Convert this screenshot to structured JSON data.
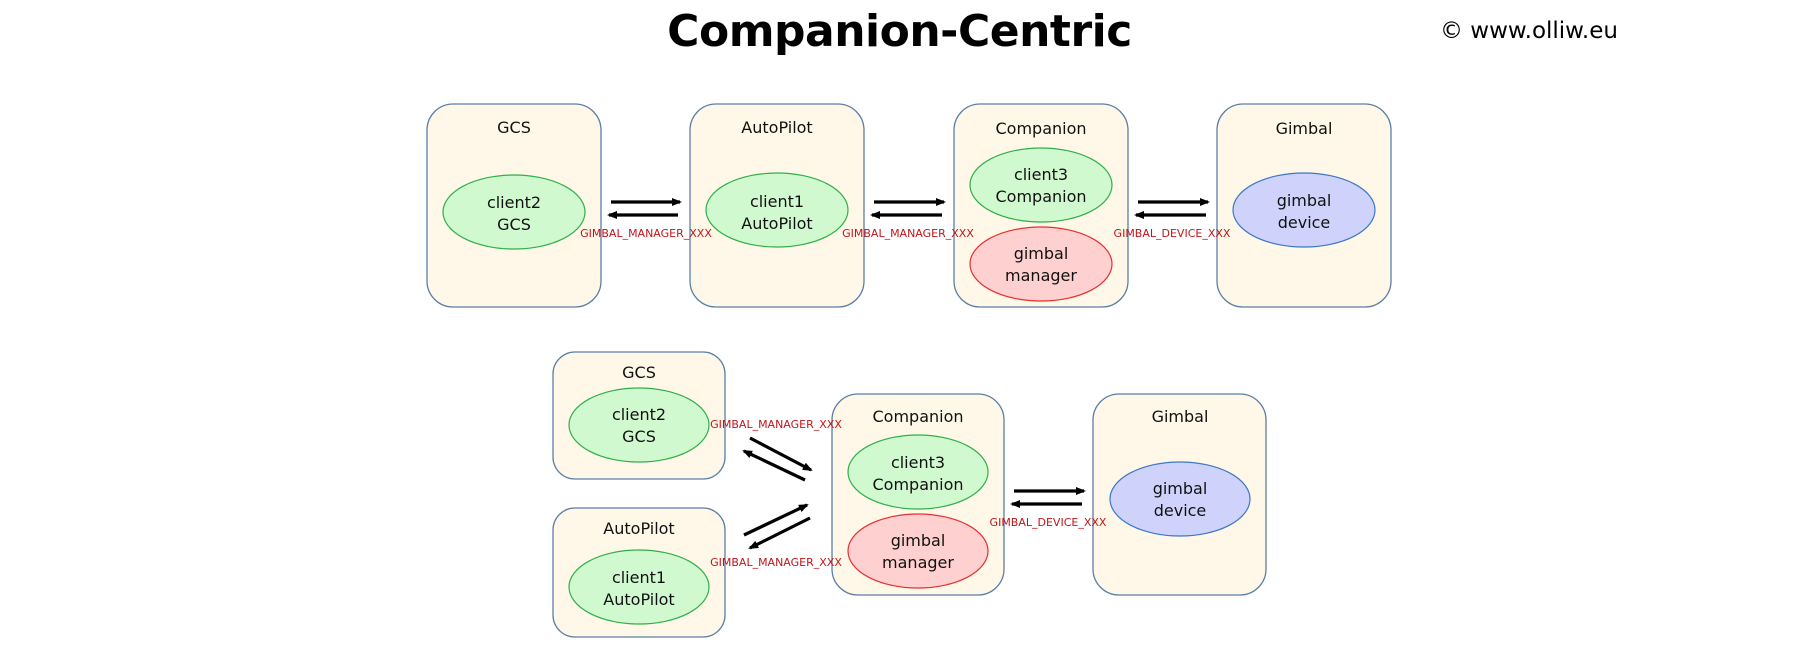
{
  "title": "Companion-Centric",
  "copyright": "© www.olliw.eu",
  "top_row": {
    "boxes": [
      {
        "id": "gcs",
        "label": "GCS",
        "nodes": [
          {
            "line1": "client2",
            "line2": "GCS",
            "kind": "client"
          }
        ]
      },
      {
        "id": "autopilot",
        "label": "AutoPilot",
        "nodes": [
          {
            "line1": "client1",
            "line2": "AutoPilot",
            "kind": "client"
          }
        ]
      },
      {
        "id": "companion",
        "label": "Companion",
        "nodes": [
          {
            "line1": "client3",
            "line2": "Companion",
            "kind": "client"
          },
          {
            "line1": "gimbal",
            "line2": "manager",
            "kind": "manager"
          }
        ]
      },
      {
        "id": "gimbal",
        "label": "Gimbal",
        "nodes": [
          {
            "line1": "gimbal",
            "line2": "device",
            "kind": "device"
          }
        ]
      }
    ],
    "links": [
      {
        "from": "gcs",
        "to": "autopilot",
        "label": "GIMBAL_MANAGER_XXX"
      },
      {
        "from": "autopilot",
        "to": "companion",
        "label": "GIMBAL_MANAGER_XXX"
      },
      {
        "from": "companion",
        "to": "gimbal",
        "label": "GIMBAL_DEVICE_XXX"
      }
    ]
  },
  "bottom_row": {
    "boxes": [
      {
        "id": "gcs",
        "label": "GCS",
        "nodes": [
          {
            "line1": "client2",
            "line2": "GCS",
            "kind": "client"
          }
        ]
      },
      {
        "id": "autopilot",
        "label": "AutoPilot",
        "nodes": [
          {
            "line1": "client1",
            "line2": "AutoPilot",
            "kind": "client"
          }
        ]
      },
      {
        "id": "companion",
        "label": "Companion",
        "nodes": [
          {
            "line1": "client3",
            "line2": "Companion",
            "kind": "client"
          },
          {
            "line1": "gimbal",
            "line2": "manager",
            "kind": "manager"
          }
        ]
      },
      {
        "id": "gimbal",
        "label": "Gimbal",
        "nodes": [
          {
            "line1": "gimbal",
            "line2": "device",
            "kind": "device"
          }
        ]
      }
    ],
    "links": [
      {
        "from": "gcs",
        "to": "companion",
        "label": "GIMBAL_MANAGER_XXX"
      },
      {
        "from": "autopilot",
        "to": "companion",
        "label": "GIMBAL_MANAGER_XXX"
      },
      {
        "from": "companion",
        "to": "gimbal",
        "label": "GIMBAL_DEVICE_XXX"
      }
    ]
  },
  "colors": {
    "box_fill": "#fff7e8",
    "box_stroke": "#5b7fa6",
    "client_fill": "#d1f9cf",
    "client_stroke": "#2fb04a",
    "manager_fill": "#ffd0d0",
    "manager_stroke": "#e53030",
    "device_fill": "#cfd3fb",
    "device_stroke": "#3a78c8",
    "message_text": "#c0161b"
  }
}
